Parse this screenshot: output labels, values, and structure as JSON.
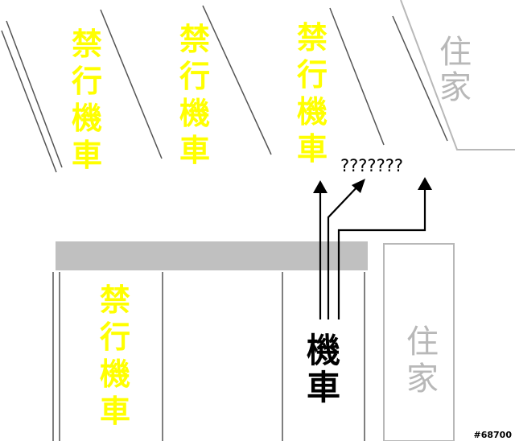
{
  "labels": {
    "no_motorcycle": "禁行機車",
    "residence": "住家",
    "motorcycle": "機車",
    "question": "???????",
    "watermark": "#68700"
  },
  "colors": {
    "no_motorcycle_text": "#ffff00",
    "residence_text": "#b8b8b8",
    "motorcycle_text": "#000000",
    "road_lines": "#555555",
    "bar": "#c0c0c0",
    "arrows": "#000000"
  }
}
